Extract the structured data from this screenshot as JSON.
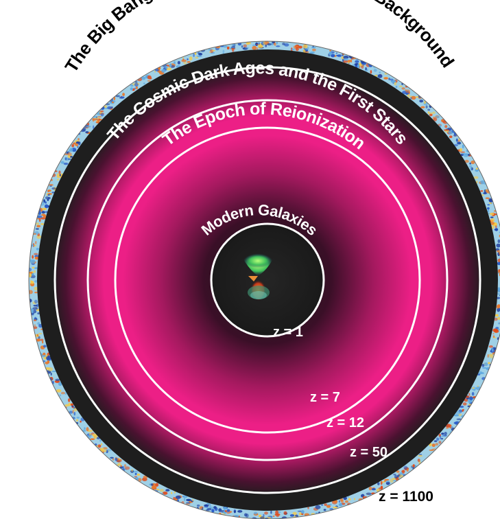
{
  "titles": {
    "cmb": "The Big Bang and the Cosmic Microwave Background",
    "dark_ages": "The Cosmic Dark Ages and the First Stars",
    "reionization": "The Epoch of Reionization",
    "modern": "Modern Galaxies"
  },
  "redshift_labels": {
    "z1": "z = 1",
    "z7": "z = 7",
    "z12": "z = 12",
    "z50": "z = 50",
    "z1100": "z = 1100"
  },
  "colors": {
    "cmb_warm": "#e8762a",
    "cmb_cool": "#2a5cc8",
    "cmb_neutral": "#9fd0e6",
    "dark_band": "#1e1e1e",
    "reionization_pink": "#ec1f86",
    "center_dark": "#202020",
    "ring_stroke": "#ffffff"
  }
}
